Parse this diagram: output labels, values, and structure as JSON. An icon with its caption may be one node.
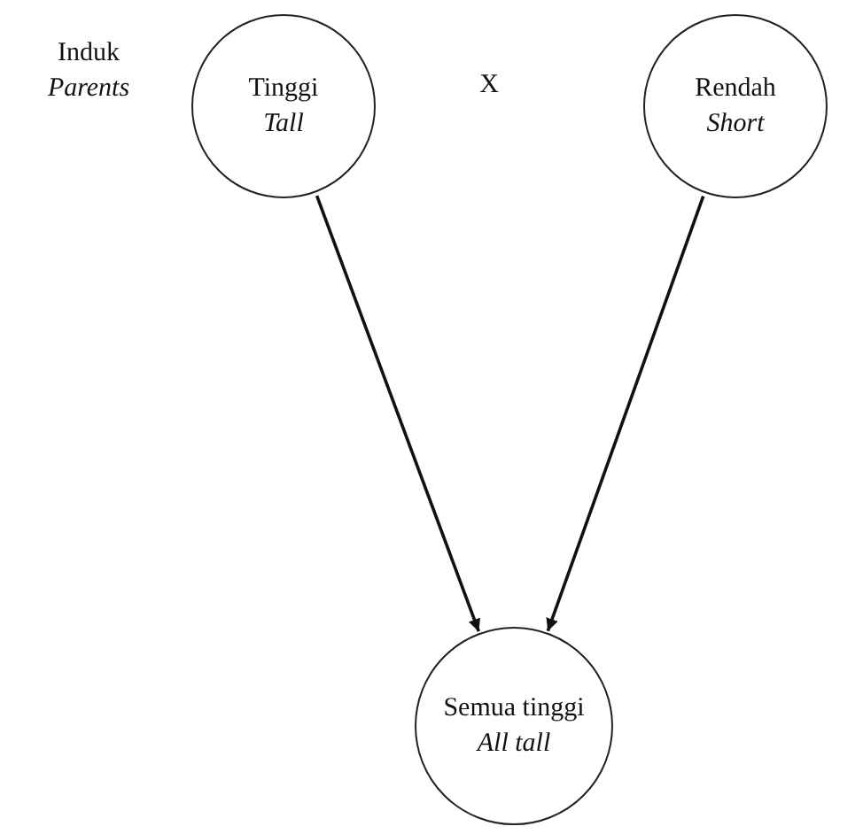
{
  "diagram": {
    "nodes": [
      {
        "text": [
          "Tinggi",
          "Tall"
        ]
      },
      {
        "text": [
          "Rendah",
          "Short"
        ]
      },
      {
        "text": [
          "Semua tinggi",
          "All tall"
        ]
      }
    ],
    "edges": [
      {
        "from": 0,
        "to": 2,
        "arrow": "to"
      },
      {
        "from": 1,
        "to": 2,
        "arrow": "to"
      }
    ],
    "labels": [
      "Induk *Parents*",
      "X"
    ]
  }
}
